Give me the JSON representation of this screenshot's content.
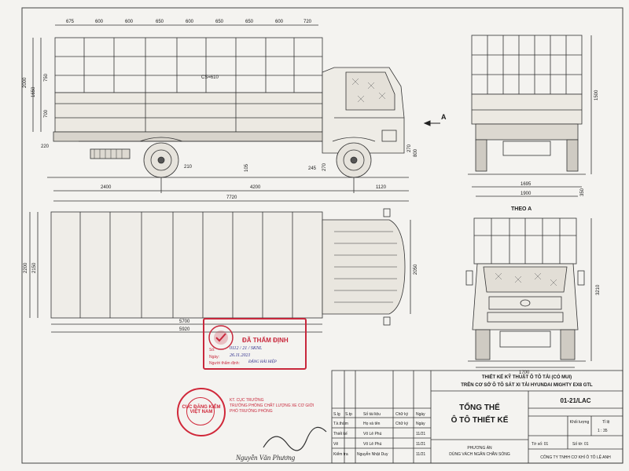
{
  "side_view": {
    "top_dims": [
      "675",
      "600",
      "600",
      "650",
      "600",
      "650",
      "650",
      "600",
      "720"
    ],
    "left_dims": [
      "2000",
      "1650",
      "750",
      "700"
    ],
    "cs_label": "CS=610",
    "bottom_dims": [
      "2400",
      "4200",
      "1120"
    ],
    "overall_length": "7720",
    "misc_dims": [
      "220",
      "210",
      "105",
      "245",
      "270"
    ],
    "right_dims": [
      "270",
      "800"
    ]
  },
  "view_arrow_label": "A",
  "front_view": {
    "right_dims": [
      "1500"
    ],
    "bottom_dims": [
      "1695",
      "1900"
    ],
    "small_dim": "350"
  },
  "view_a_label": "THEO A",
  "top_view": {
    "left_dims": [
      "2200",
      "2150"
    ],
    "right_dim": "2050",
    "bottom_dims": [
      "5700",
      "5920"
    ]
  },
  "rear_view": {
    "right_dim": "3210",
    "bottom_dim": "1700"
  },
  "approval_stamp": {
    "title": "ĐÃ THẨM ĐỊNH",
    "number_label": "Số:",
    "number_value": "0112 / 21 / SKNL",
    "date_label": "Ngày:",
    "date_value": "26.11.2021",
    "inspector_label": "Người thẩm định:",
    "inspector_value": "ĐẶNG HẢI HIỆP"
  },
  "round_stamp": {
    "outer_text": "CỤC ĐĂNG KIỂM VIỆT NAM",
    "center_text": "CỤC ĐĂNG KIỂM VIỆT NAM"
  },
  "signature_block": {
    "line1": "KT. CỤC TRƯỞNG",
    "line2": "TRƯỞNG PHÒNG CHẤT LƯỢNG XE CƠ GIỚI",
    "line3": "PHÓ TRƯỞNG PHÒNG",
    "signer": "Nguyễn Văn Phương"
  },
  "title_block": {
    "header_line1": "THIẾT KẾ KỸ THUẬT Ô TÔ TẢI (CÓ MUI)",
    "header_line2": "TRÊN CƠ SỞ Ô TÔ SÁT XI TẢI HYUNDAI MIGHTY EX8 GTL",
    "main_title1": "TỔNG THỂ",
    "main_title2": "Ô TÔ THIẾT KẾ",
    "drawing_no": "01-21/LAC",
    "option_line1": "PHƯƠNG ÁN",
    "option_line2": "DÙNG VÁCH NGĂN CHẮN SÓNG",
    "company": "CÔNG TY TNHH CƠ KHÍ Ô TÔ LỆ ANH",
    "mass_label": "Khối lượng",
    "scale_label": "Tỉ lệ",
    "scale_value": "1 : 35",
    "sheet_label": "Tờ số: 01",
    "sheets_label": "Số tờ: 01",
    "col_headers": [
      "S.lg",
      "S.tp",
      "Số tài liệu",
      "Chữ ký",
      "Ngày"
    ],
    "rows": [
      {
        "role": "T.k.thẩm",
        "name": "Họ và tên",
        "sig": "Chữ ký",
        "date": "Ngày"
      },
      {
        "role": "Thiết kế",
        "name": "Võ Lê Phú",
        "sig": "",
        "date": "11/21"
      },
      {
        "role": "Vẽ",
        "name": "Võ Lê Phú",
        "sig": "",
        "date": "11/21"
      },
      {
        "role": "Kiểm tra",
        "name": "Nguyễn Nhật Duy",
        "sig": "",
        "date": "11/21"
      }
    ]
  }
}
